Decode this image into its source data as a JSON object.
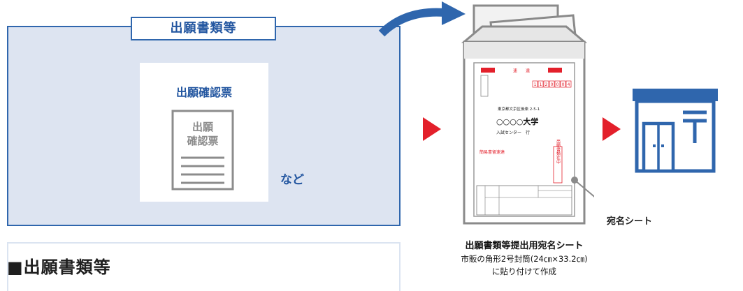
{
  "colors": {
    "accent_blue": "#2f66ad",
    "panel_fill": "#dde4f1",
    "arrow_red": "#e3202b",
    "envelope_gray": "#8a8a8a"
  },
  "left_panel": {
    "tab_label": "出願書類等",
    "confirmation_title": "出願確認票",
    "doc_icon_text_line1": "出願",
    "doc_icon_text_line2": "確認票",
    "etc_label": "など"
  },
  "heading": {
    "text": "■出願書類等"
  },
  "envelope": {
    "sokutatsu_label": "速　　達",
    "postal_code": [
      "1",
      "1",
      "2",
      "0",
      "0",
      "0",
      "4"
    ],
    "address": "東京都文京区後楽 2-5-1",
    "university": "○○○○大学",
    "recipient": "入試センター　行",
    "registered_mail": "簡易書留速達",
    "enclosed_label": "出願書類在中"
  },
  "captions": {
    "sheet_title": "出願書類等提出用宛名シート",
    "sheet_line1": "市販の角形2号封筒(24㎝×33.2㎝)",
    "sheet_line2": "に貼り付けて作成",
    "address_sheet_label": "宛名シート"
  },
  "icons": [
    "curved-arrow-icon",
    "red-triangle-arrow-icon",
    "post-office-icon",
    "document-icon"
  ]
}
